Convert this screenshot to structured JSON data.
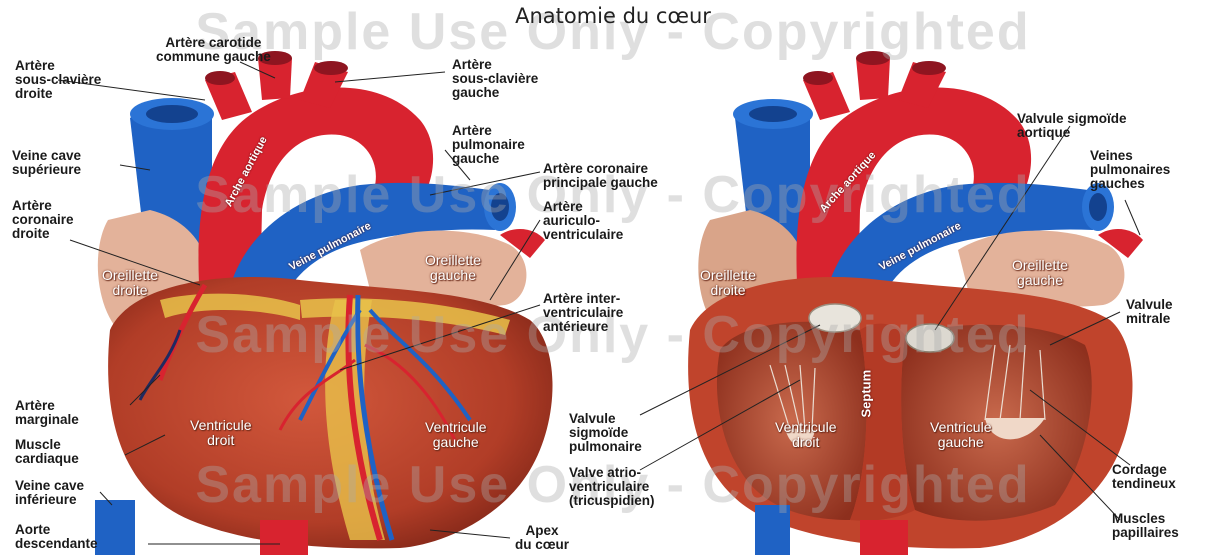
{
  "title": "Anatomie du cœur",
  "watermark": "Sample Use Only - Copyrighted",
  "left_heart": {
    "labels": {
      "carotid": "Artère carotide\ncommune gauche",
      "subclavian_right": "Artère\nsous-clavière\ndroite",
      "subclavian_left": "Artère\nsous-clavière\ngauche",
      "pulmonary_left": "Artère\npulmonaire\ngauche",
      "vena_cava_sup": "Veine cave\nsupérieure",
      "coronary_main_left": "Artère coronaire\nprincipale gauche",
      "coronary_right": "Artère\ncoronaire\ndroite",
      "av_artery": "Artère\nauriculo-\nventriculaire",
      "interventricular": "Artère inter-\nventriculaire\nantérieure",
      "marginal": "Artère\nmarginale",
      "cardiac_muscle": "Muscle\ncardiaque",
      "vena_cava_inf": "Veine cave\ninférieure",
      "descending_aorta": "Aorte\ndescendante",
      "apex": "Apex\ndu cœur"
    },
    "organs": {
      "atrium_right": "Oreillette\ndroite",
      "atrium_left": "Oreillette\ngauche",
      "ventricle_right": "Ventricule\ndroit",
      "ventricle_left": "Ventricule\ngauche",
      "aortic_arch": "Arche aortique",
      "pulmonary_trunk": "Veine pulmonaire"
    }
  },
  "right_heart": {
    "labels": {
      "aortic_valve": "Valvule sigmoïde\naortique",
      "pulmonary_veins": "Veines\npulmonaires\ngauches",
      "mitral_valve": "Valvule\nmitrale",
      "pulmonary_valve": "Valvule\nsigmoïde\npulmonaire",
      "tricuspid_valve": "Valve atrio-\nventriculaire\n(tricuspidien)",
      "chordae": "Cordage\ntendineux",
      "papillary": "Muscles\npapillaires"
    },
    "organs": {
      "atrium_right": "Oreillette\ndroite",
      "atrium_left": "Oreillette\ngauche",
      "ventricle_right": "Ventricule\ndroit",
      "ventricle_left": "Ventricule\ngauche",
      "septum": "Septum",
      "aortic_arch": "Arche aortique",
      "pulmonary_trunk": "Veine pulmonaire"
    }
  },
  "colors": {
    "artery": "#d8232f",
    "vein": "#1f62c4",
    "muscle": "#b8452f",
    "fat": "#e8c24a",
    "atrium": "#e3b29a"
  }
}
